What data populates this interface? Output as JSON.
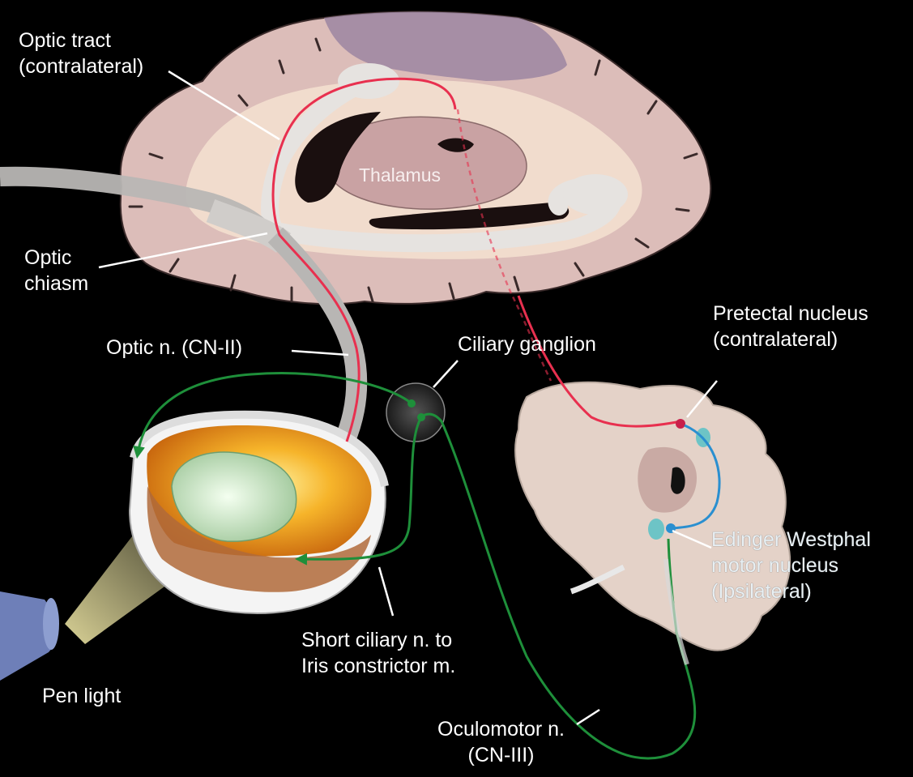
{
  "labels": {
    "optic_tract": [
      "Optic tract",
      "(contralateral)"
    ],
    "thalamus": "Thalamus",
    "optic_chiasm": [
      "Optic",
      "chiasm"
    ],
    "optic_nerve": "Optic n. (CN-II)",
    "ciliary_ganglion": "Ciliary ganglion",
    "pretectal_nucleus": [
      "Pretectal nucleus",
      "(contralateral)"
    ],
    "edinger_westphal": [
      "Edinger Westphal",
      "motor nucleus",
      "(Ipsilateral)"
    ],
    "short_ciliary": [
      "Short ciliary n. to",
      "Iris constrictor m."
    ],
    "pen_light": "Pen light",
    "oculomotor": [
      "Oculomotor n.",
      "(CN-III)"
    ]
  },
  "colors": {
    "background": "#000000",
    "brain_tissue": "#dcbdb9",
    "brain_light": "#f3dfcf",
    "brain_purple": "#9c86a1",
    "optic_pathway": "#e6e3e0",
    "afferent_red": "#e8304f",
    "efferent_green": "#1e8f3a",
    "interneuron_blue": "#2a8fd0",
    "midbrain": "#e4d2c8",
    "eye_orange": "#f0a020"
  }
}
